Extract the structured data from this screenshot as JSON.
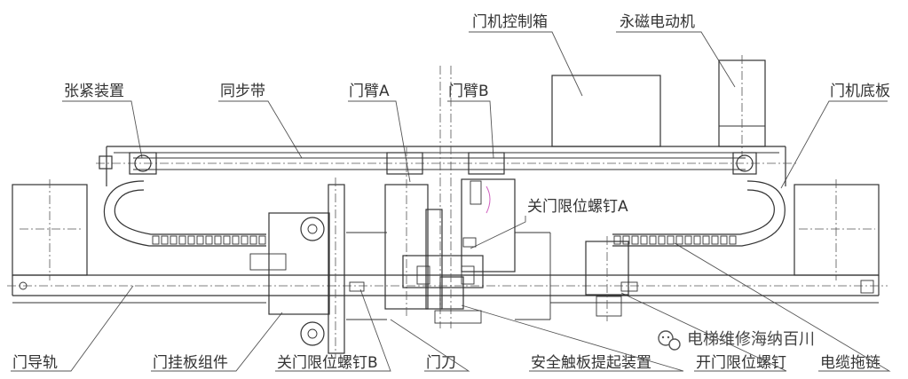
{
  "labels": {
    "door_controller_box": "门机控制箱",
    "pm_motor": "永磁电动机",
    "tension_device": "张紧装置",
    "timing_belt": "同步带",
    "door_arm_a": "门臂A",
    "door_arm_b": "门臂B",
    "door_base_plate": "门机底板",
    "close_limit_screw_a": "关门限位螺钉A",
    "door_guide_rail": "门导轨",
    "hanger_plate_assembly": "门挂板组件",
    "close_limit_screw_b": "关门限位螺钉B",
    "door_knife": "门刀",
    "safety_edge_lift_device": "安全触板提起装置",
    "open_limit_screw": "开门限位螺钉",
    "cable_drag_chain": "电缆拖链"
  },
  "watermark": {
    "text": "电梯维修海纳百川",
    "icon": "wechat-icon"
  }
}
